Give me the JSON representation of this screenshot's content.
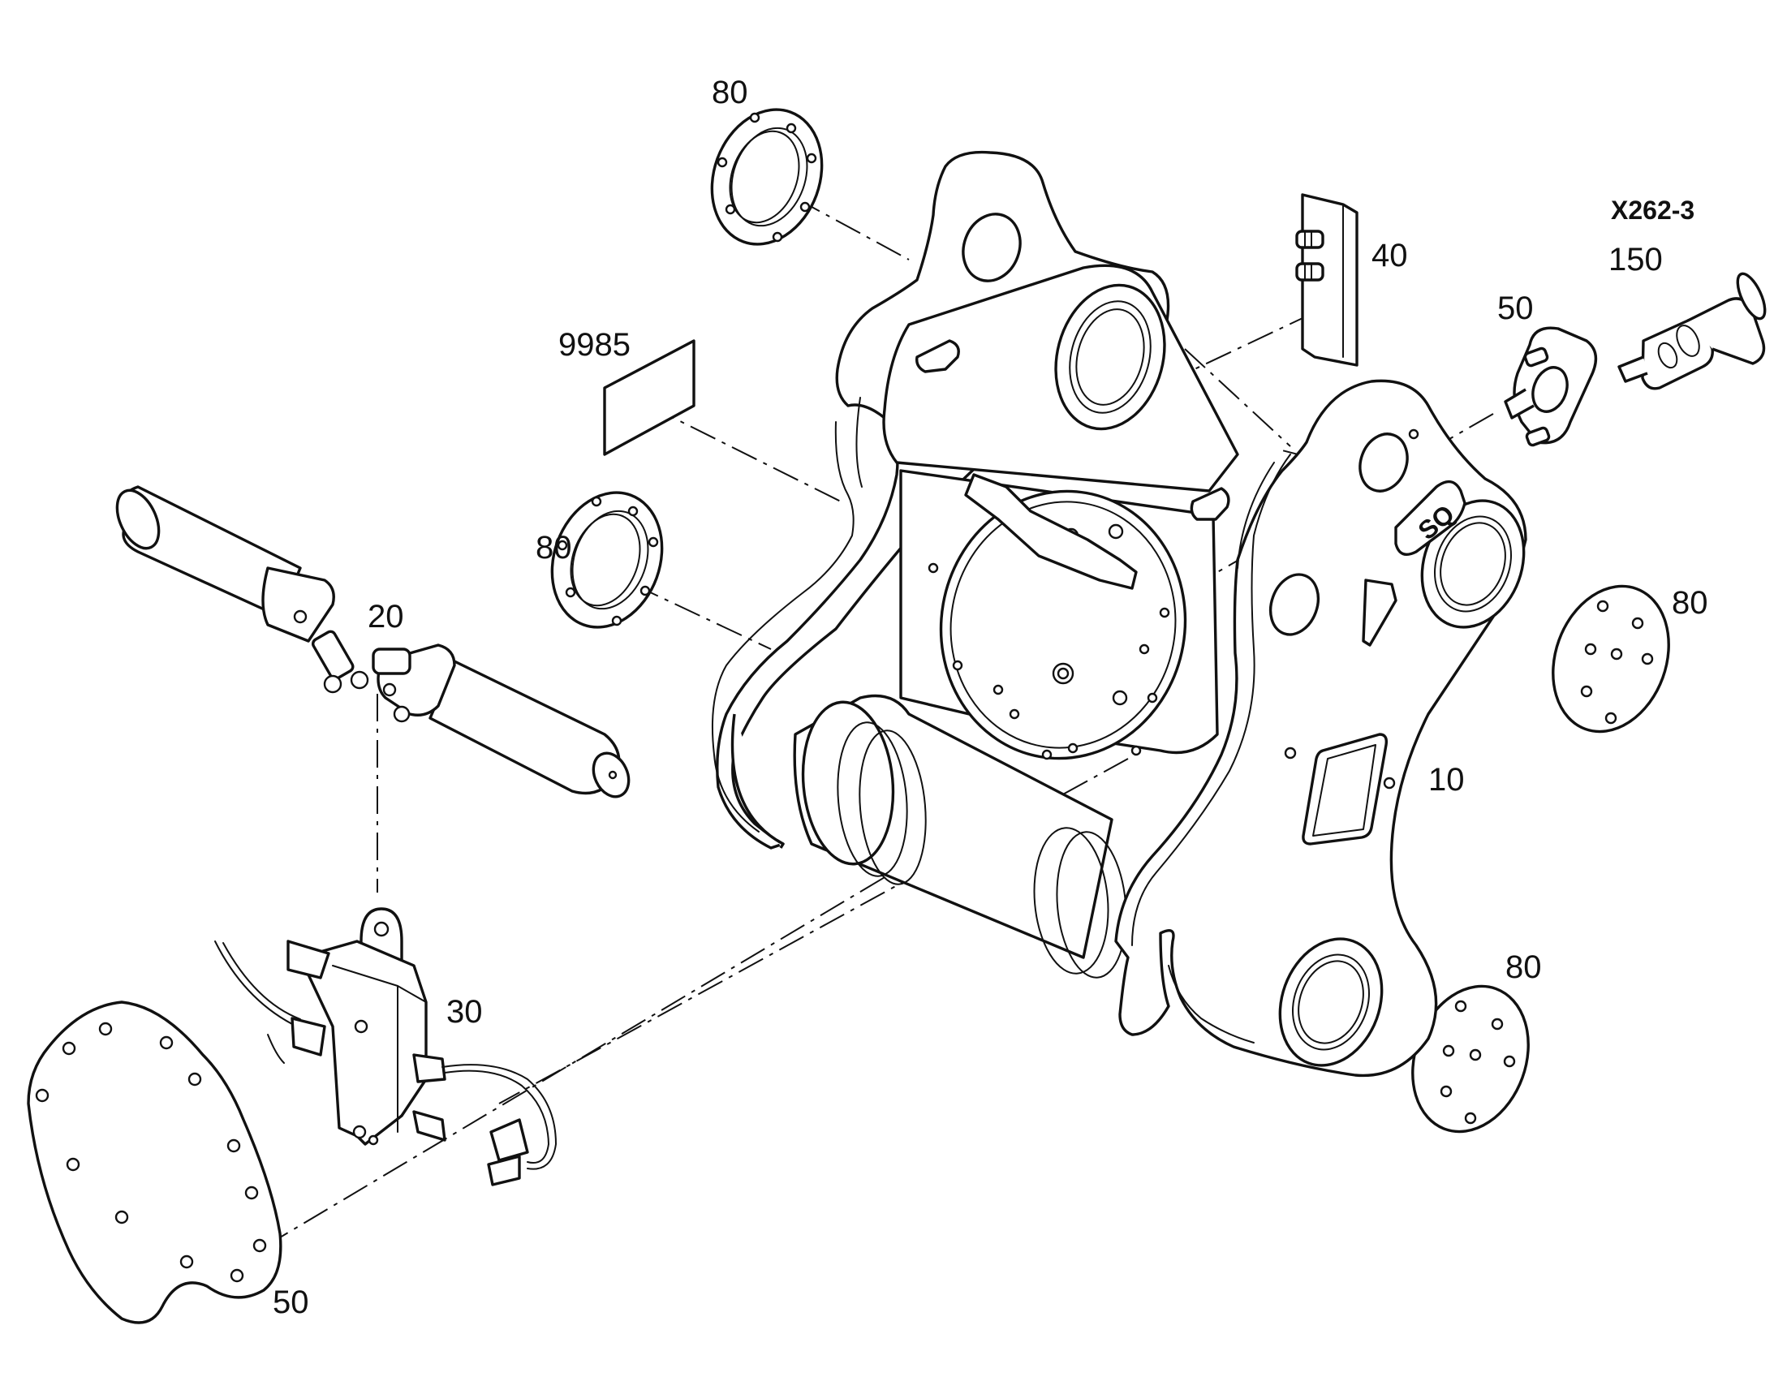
{
  "callouts": {
    "frame": "10",
    "lock_cylinders": "20",
    "valve_block": "30",
    "bracket": "40",
    "gasket": "50",
    "connector_flange": "50",
    "cover_top": "80",
    "cover_mid": "80",
    "cover_right_upper": "80",
    "cover_right_lower": "80",
    "connector": "150",
    "connector_ref": "X262-3",
    "label_plate": "9985"
  },
  "frame_logo": "SQ"
}
